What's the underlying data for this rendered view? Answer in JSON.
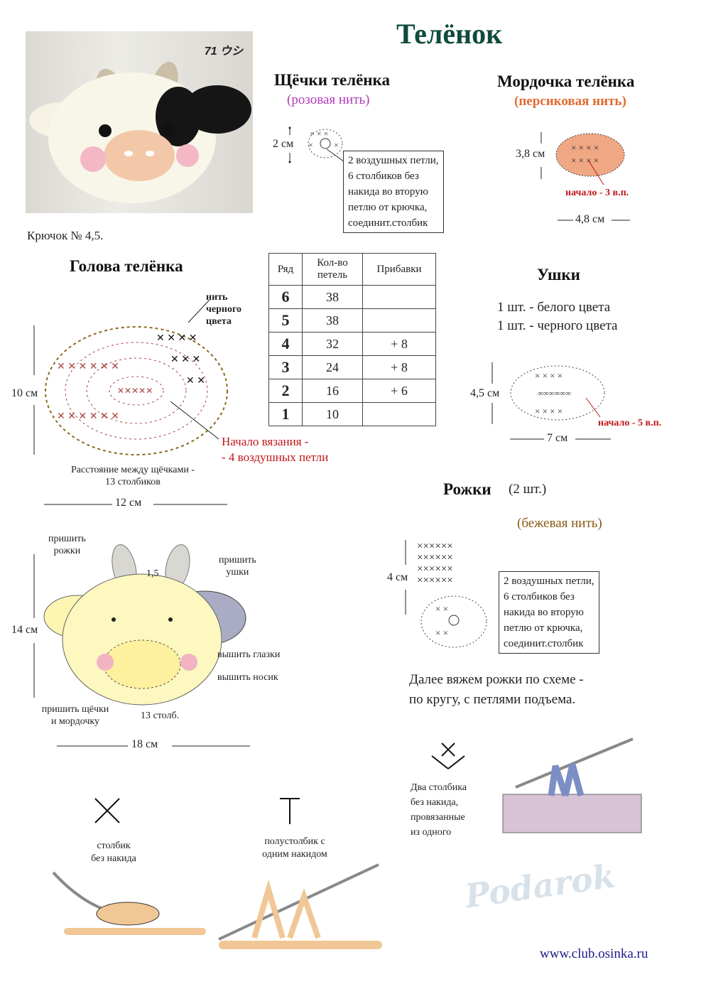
{
  "title": "Телёнок",
  "photo": {
    "caption": "71 ウシ"
  },
  "hook": "Крючок № 4,5.",
  "cheeks": {
    "title": "Щёчки телёнка",
    "yarn": "(розовая нить)",
    "size": "2 см",
    "note": [
      "2 воздушных петли,",
      "6 столбиков без",
      "накида во вторую",
      "петлю от крючка,",
      "соединит.столбик"
    ]
  },
  "muzzle": {
    "title": "Мордочка телёнка",
    "yarn": "(персиковая нить)",
    "height": "3,8 см",
    "width": "4,8 см",
    "start": "начало - 3 в.п."
  },
  "head": {
    "title": "Голова телёнка",
    "black_yarn": [
      "нить",
      "черного",
      "цвета"
    ],
    "height": "10 см",
    "width": "12 см",
    "start": [
      "Начало вязания -",
      "- 4 воздушных петли"
    ],
    "distance": [
      "Расстояние между щёчками -",
      "13 столбиков"
    ]
  },
  "table": {
    "headers": [
      "Ряд",
      "Кол-во петель",
      "Прибавки"
    ],
    "rows": [
      {
        "row": "6",
        "count": "38",
        "inc": ""
      },
      {
        "row": "5",
        "count": "38",
        "inc": ""
      },
      {
        "row": "4",
        "count": "32",
        "inc": "+ 8"
      },
      {
        "row": "3",
        "count": "24",
        "inc": "+ 8"
      },
      {
        "row": "2",
        "count": "16",
        "inc": "+ 6"
      },
      {
        "row": "1",
        "count": "10",
        "inc": ""
      }
    ]
  },
  "ears": {
    "title": "Ушки",
    "line1": "1 шт. - белого цвета",
    "line2": "1 шт. - черного цвета",
    "height": "4,5 см",
    "width": "7 см",
    "start": "начало - 5 в.п."
  },
  "horns": {
    "title": "Рожки",
    "count": "(2 шт.)",
    "yarn": "(бежевая нить)",
    "height": "4 см",
    "note": [
      "2 воздушных петли,",
      "6 столбиков без",
      "накида во вторую",
      "петлю от крючка,",
      "соединит.столбик"
    ],
    "continue": [
      "Далее вяжем рожки по схеме -",
      "по кругу, с петлями подъема."
    ]
  },
  "assembly": {
    "sew_horns": [
      "пришить",
      "рожки"
    ],
    "sew_ears": [
      "пришить",
      "ушки"
    ],
    "embroider_eyes": "вышить глазки",
    "embroider_nose": "вышить носик",
    "sew_cheeks": [
      "пришить щёчки",
      "и мордочку"
    ],
    "stitches": "13 столб.",
    "height": "14 см",
    "width": "18 см",
    "mark": "1,5"
  },
  "legend": {
    "sc": [
      "столбик",
      "без накида"
    ],
    "hdc": [
      "полустолбик с",
      "одним накидом"
    ],
    "inc": [
      "Два столбика",
      "без накида,",
      "провязанные",
      "из одного"
    ]
  },
  "watermark": "Podarok",
  "site": "www.club.osinka.ru",
  "colors": {
    "title": "#0f4a3d",
    "red": "#c0171b",
    "pink": "#b33bbd",
    "peach": "#e06b31",
    "brown": "#8a5a12"
  }
}
